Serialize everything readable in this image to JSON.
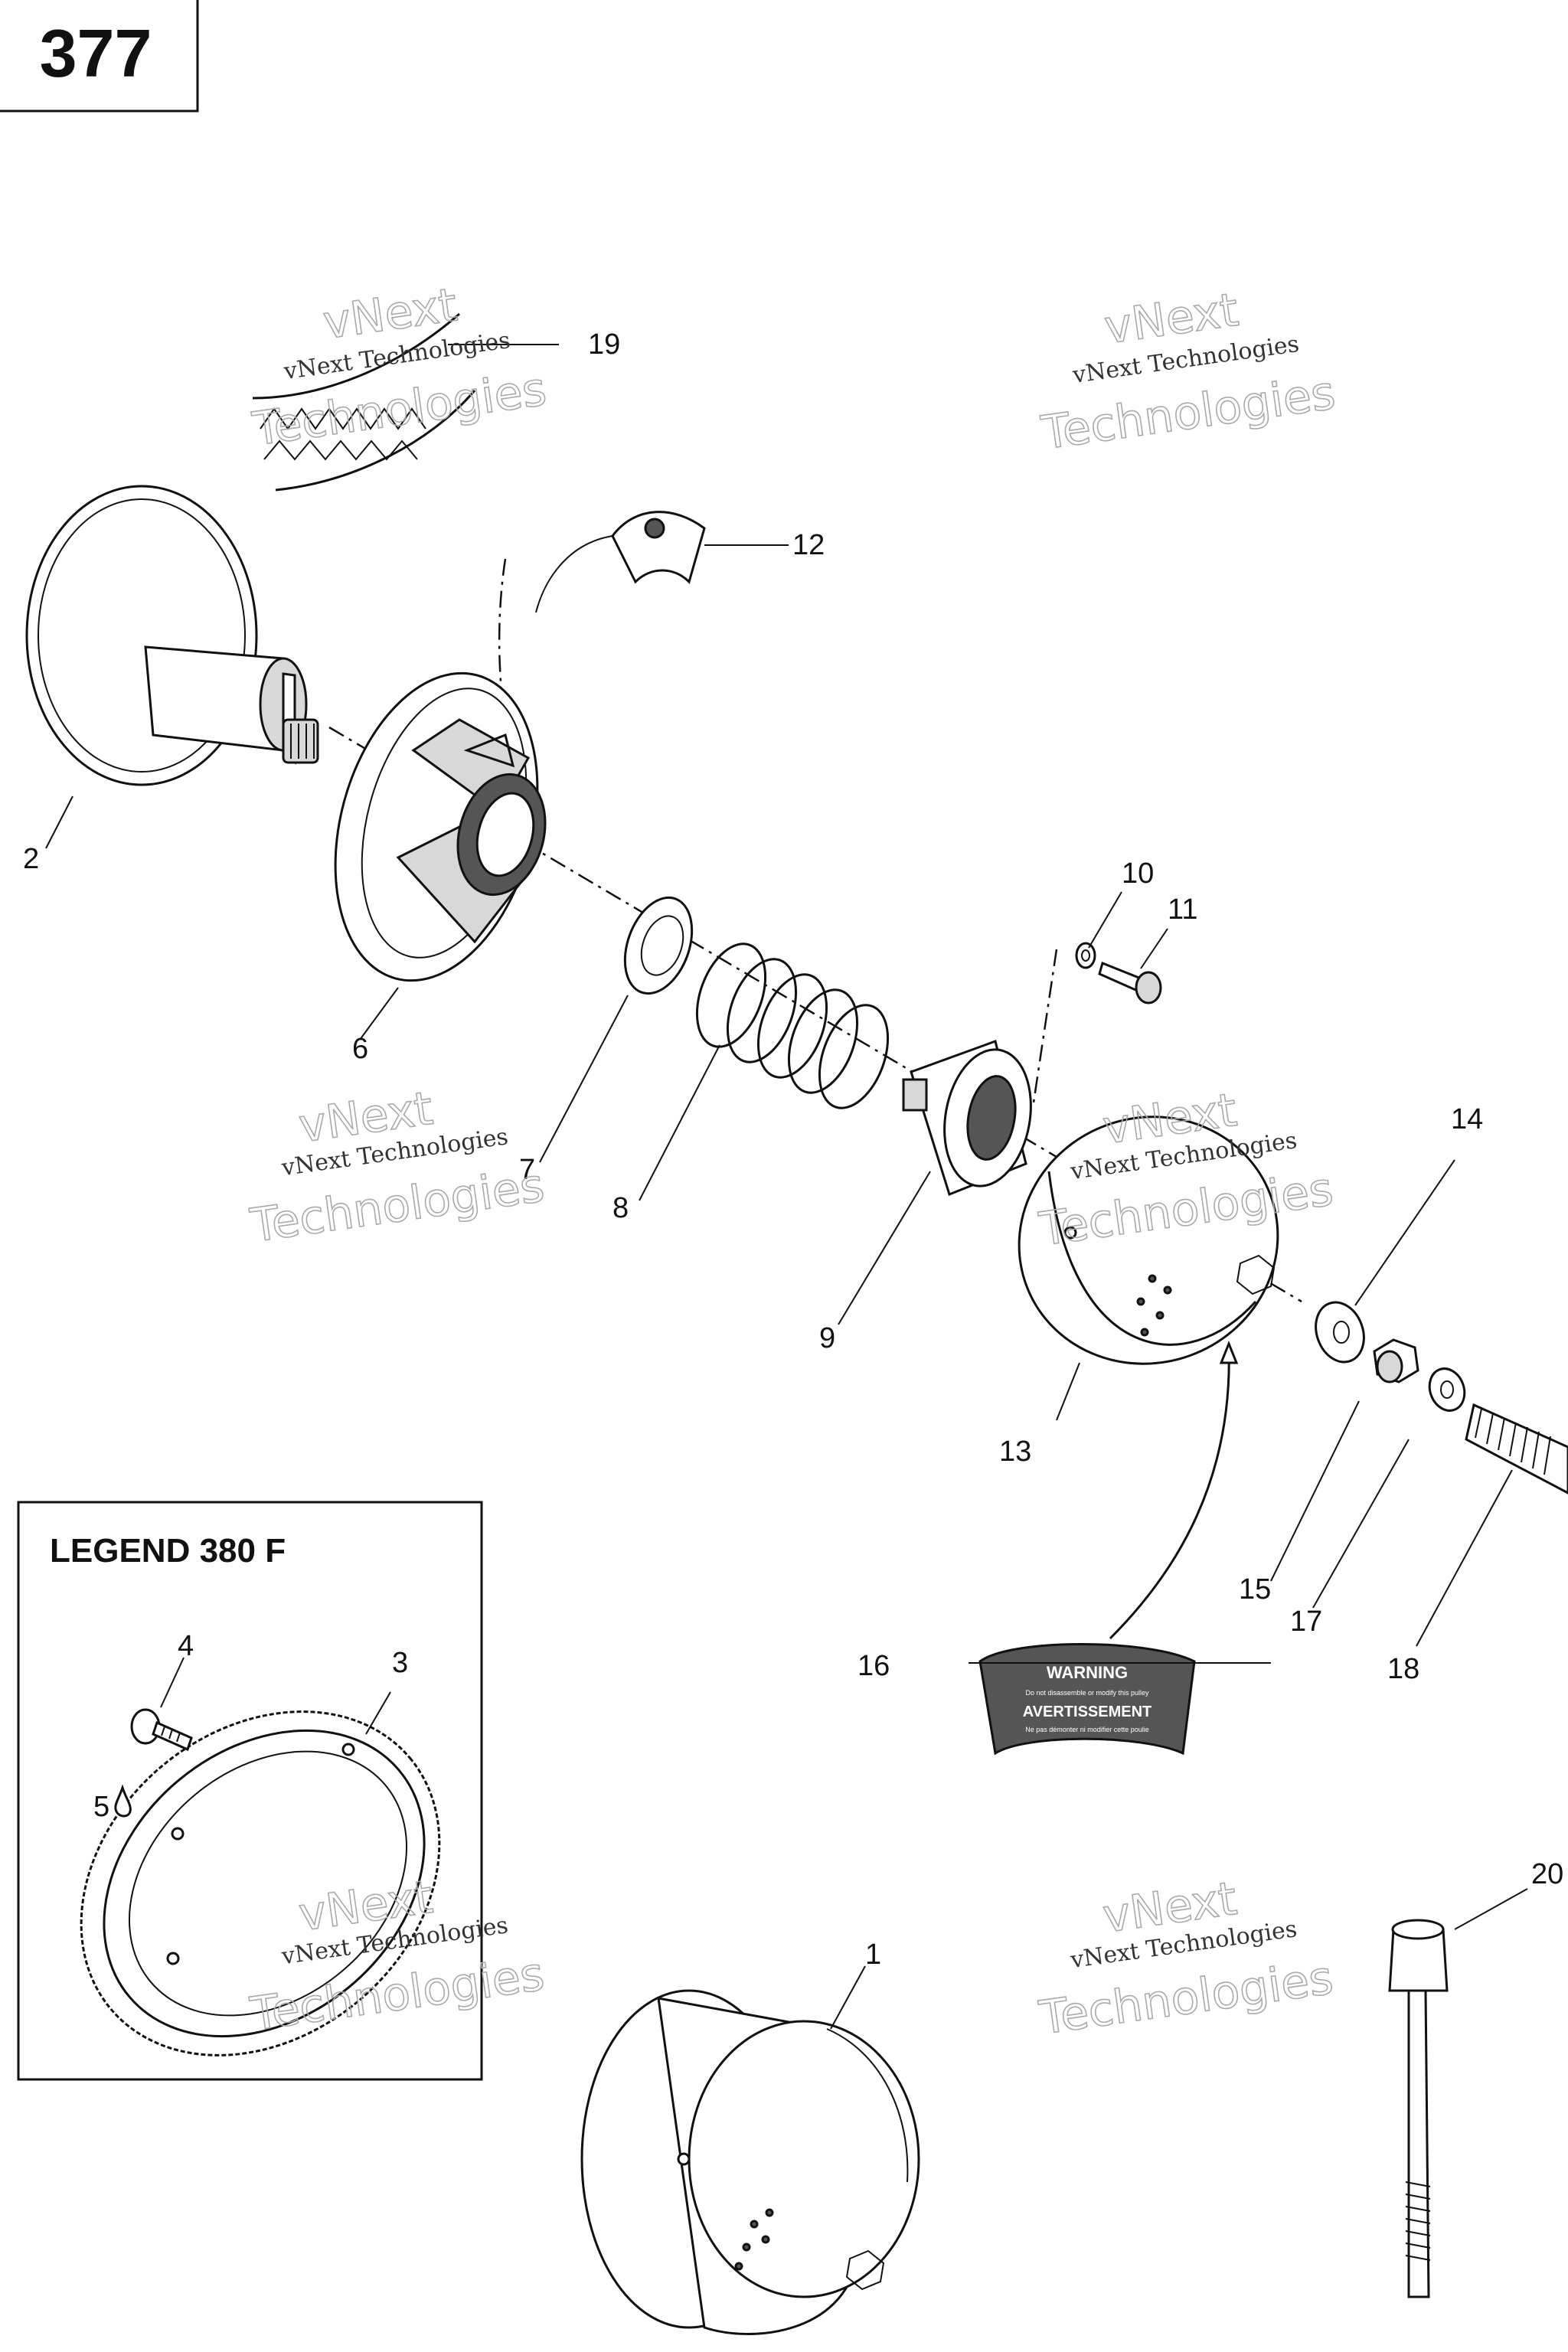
{
  "page_number": "377",
  "legend": {
    "title": "LEGEND 380 F"
  },
  "callouts": {
    "c1": "1",
    "c2": "2",
    "c3": "3",
    "c4": "4",
    "c5": "5",
    "c6": "6",
    "c7": "7",
    "c8": "8",
    "c9": "9",
    "c10": "10",
    "c11": "11",
    "c12": "12",
    "c13": "13",
    "c14": "14",
    "c15": "15",
    "c16": "16",
    "c17": "17",
    "c18": "18",
    "c19": "19",
    "c20": "20"
  },
  "watermark": {
    "line1": "vNext",
    "line2": "vNext Technologies",
    "line3": "Technologies"
  },
  "warning_label": {
    "warning": "WARNING",
    "warning_text": "Do not disassemble or modify this pulley",
    "avertissement": "AVERTISSEMENT",
    "avertissement_text": "Ne pas démonter ni modifier cette poulie"
  }
}
